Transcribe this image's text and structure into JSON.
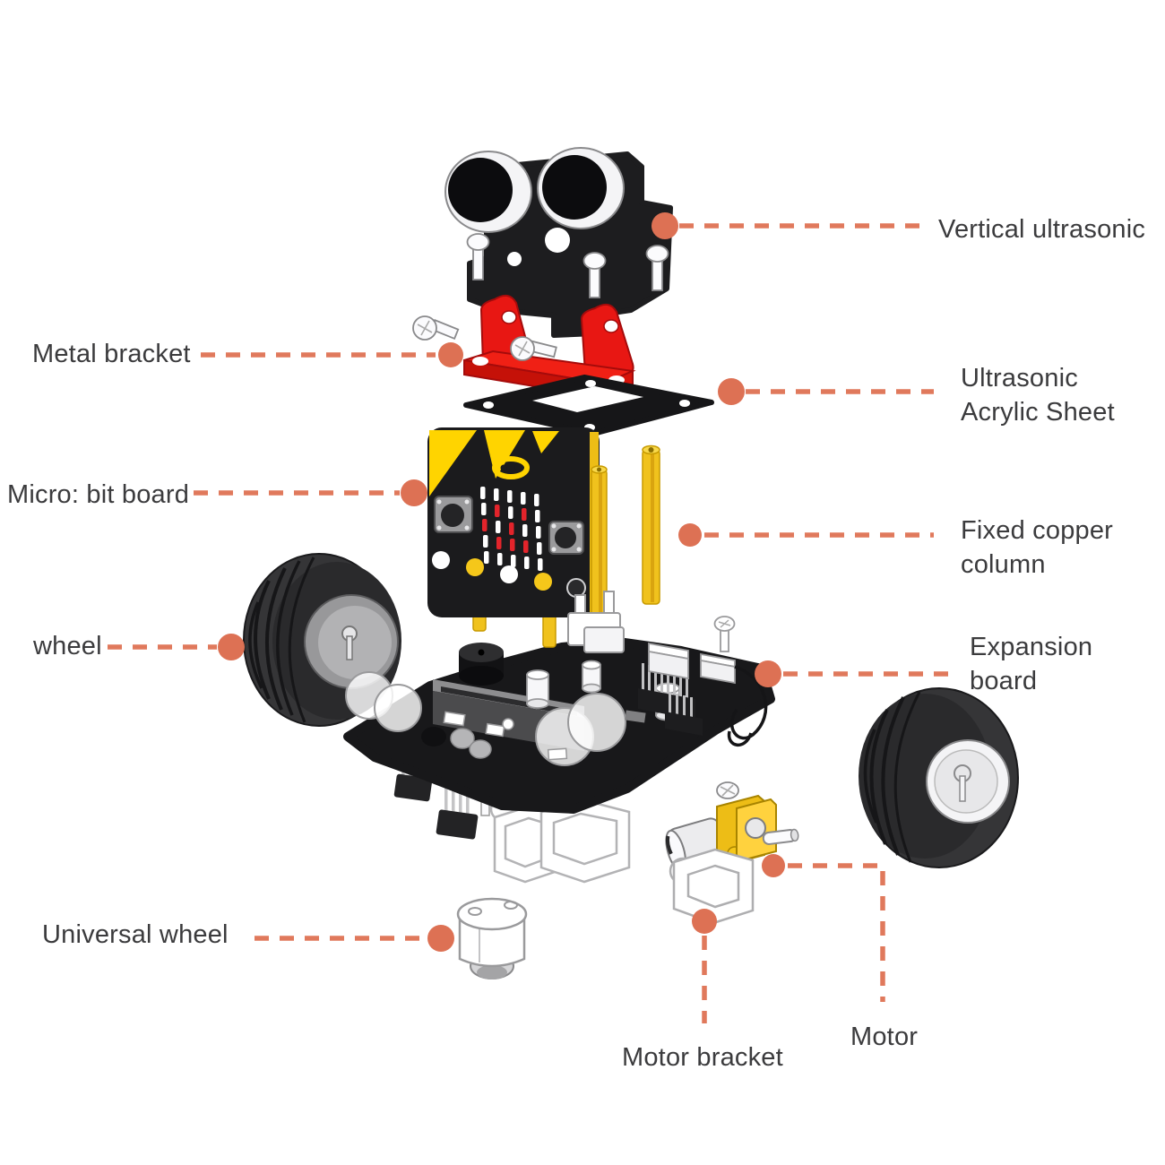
{
  "figure": {
    "type": "exploded-view-diagram",
    "subject": "micro:bit robot car kit parts"
  },
  "colors": {
    "background": "#FFFFFF",
    "callout_dash": "#E0795C",
    "callout_dot": "#DD7154",
    "label_text": "#3B3B3D",
    "bracket_red": "#E81713",
    "accent_yellow": "#F2C21D",
    "board_black": "#1B1B1D",
    "led_red": "#E3242B"
  },
  "labels": {
    "vertical_ultrasonic": "Vertical ultrasonic",
    "metal_bracket": "Metal bracket",
    "ultrasonic_acrylic_sheet": "Ultrasonic Acrylic Sheet",
    "micro_bit_board": "Micro: bit board",
    "fixed_copper_column": "Fixed copper column",
    "wheel": "wheel",
    "expansion_board": "Expansion board",
    "universal_wheel": "Universal wheel",
    "motor_bracket": "Motor bracket",
    "motor": "Motor"
  },
  "led_matrix": [
    "wwwww",
    "wrwrw",
    "rwrww",
    "wrrrw",
    "wwwww"
  ]
}
